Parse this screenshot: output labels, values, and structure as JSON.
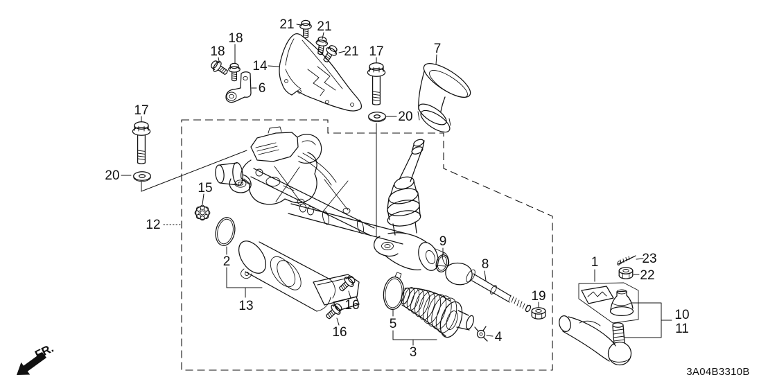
{
  "diagram": {
    "code": "3A04B3310B",
    "fr": "FR.",
    "background": "#ffffff",
    "ink": "#111111"
  },
  "labels": [
    {
      "t": "21"
    },
    {
      "t": "21"
    },
    {
      "t": "21"
    },
    {
      "t": "18"
    },
    {
      "t": "18"
    },
    {
      "t": "14"
    },
    {
      "t": "6"
    },
    {
      "t": "17"
    },
    {
      "t": "20"
    },
    {
      "t": "7"
    },
    {
      "t": "17"
    },
    {
      "t": "20"
    },
    {
      "t": "15"
    },
    {
      "t": "12"
    },
    {
      "t": "2"
    },
    {
      "t": "13"
    },
    {
      "t": "16"
    },
    {
      "t": "16"
    },
    {
      "t": "5"
    },
    {
      "t": "3"
    },
    {
      "t": "9"
    },
    {
      "t": "8"
    },
    {
      "t": "19"
    },
    {
      "t": "4"
    },
    {
      "t": "1"
    },
    {
      "t": "23"
    },
    {
      "t": "22"
    },
    {
      "t": "10"
    },
    {
      "t": "11"
    }
  ]
}
